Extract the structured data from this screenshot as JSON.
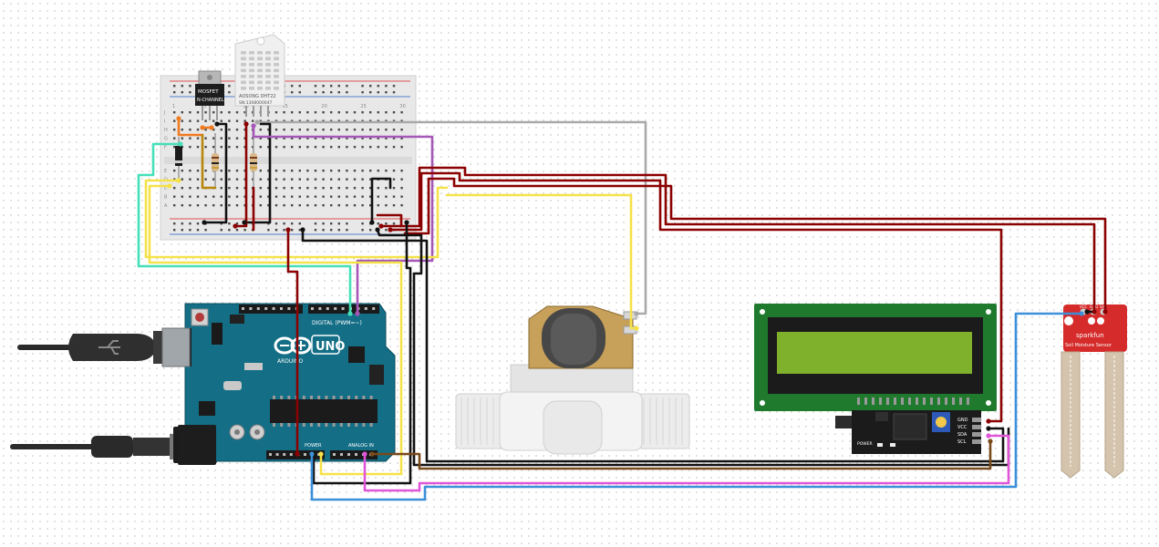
{
  "components": {
    "mosfet": {
      "line1": "MOSFET",
      "line2": "N-CHANNEL"
    },
    "dht22": {
      "line1": "AOSONG DHT22",
      "line2": "SN:1308000047"
    },
    "arduino": {
      "brand": "ARDUINO",
      "model": "UNO",
      "digital": "DIGITAL (PWM=~)",
      "power": "POWER",
      "analog": "ANALOG IN"
    },
    "i2c_backpack": {
      "pins": [
        "GND",
        "VCC",
        "SDA",
        "SCL"
      ],
      "power_label": "POWER"
    },
    "soil_sensor": {
      "brand": "sparkfun",
      "model": "Soil Moisture Sensor",
      "pins": [
        "VCC",
        "GND",
        "SIG"
      ]
    },
    "breadboard": {
      "cols": [
        "1",
        "5",
        "10",
        "15",
        "20",
        "25",
        "30"
      ],
      "rows": [
        "J",
        "I",
        "H",
        "G",
        "F",
        "E",
        "D",
        "C",
        "B",
        "A"
      ]
    }
  },
  "colors": {
    "wire_red": "#8b0000",
    "wire_black": "#111111",
    "wire_yellow": "#f5e24a",
    "wire_cyan": "#45e0b8",
    "wire_purple": "#a557b8",
    "wire_pink": "#e055d8",
    "wire_brown": "#7a4a1a",
    "wire_blue": "#3c8fd9",
    "wire_grey": "#a9a9a9",
    "wire_orange": "#f07a20",
    "arduino_board": "#136e86",
    "lcd_board": "#1f7a2e",
    "lcd_screen": "#7fb12c",
    "soil_board": "#d52b2b"
  }
}
